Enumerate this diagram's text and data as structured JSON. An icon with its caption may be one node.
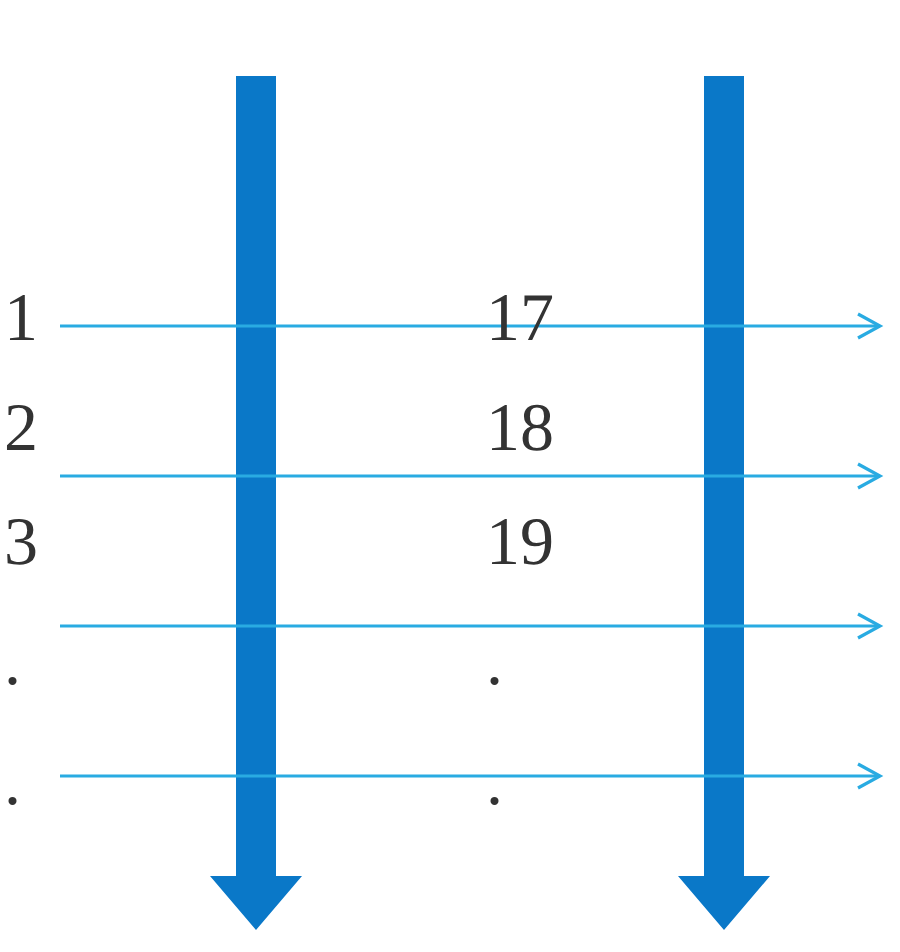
{
  "diagram": {
    "labels": [
      "1",
      "17",
      "2",
      "18",
      "3",
      "19",
      ".",
      ".",
      ".",
      "."
    ]
  }
}
